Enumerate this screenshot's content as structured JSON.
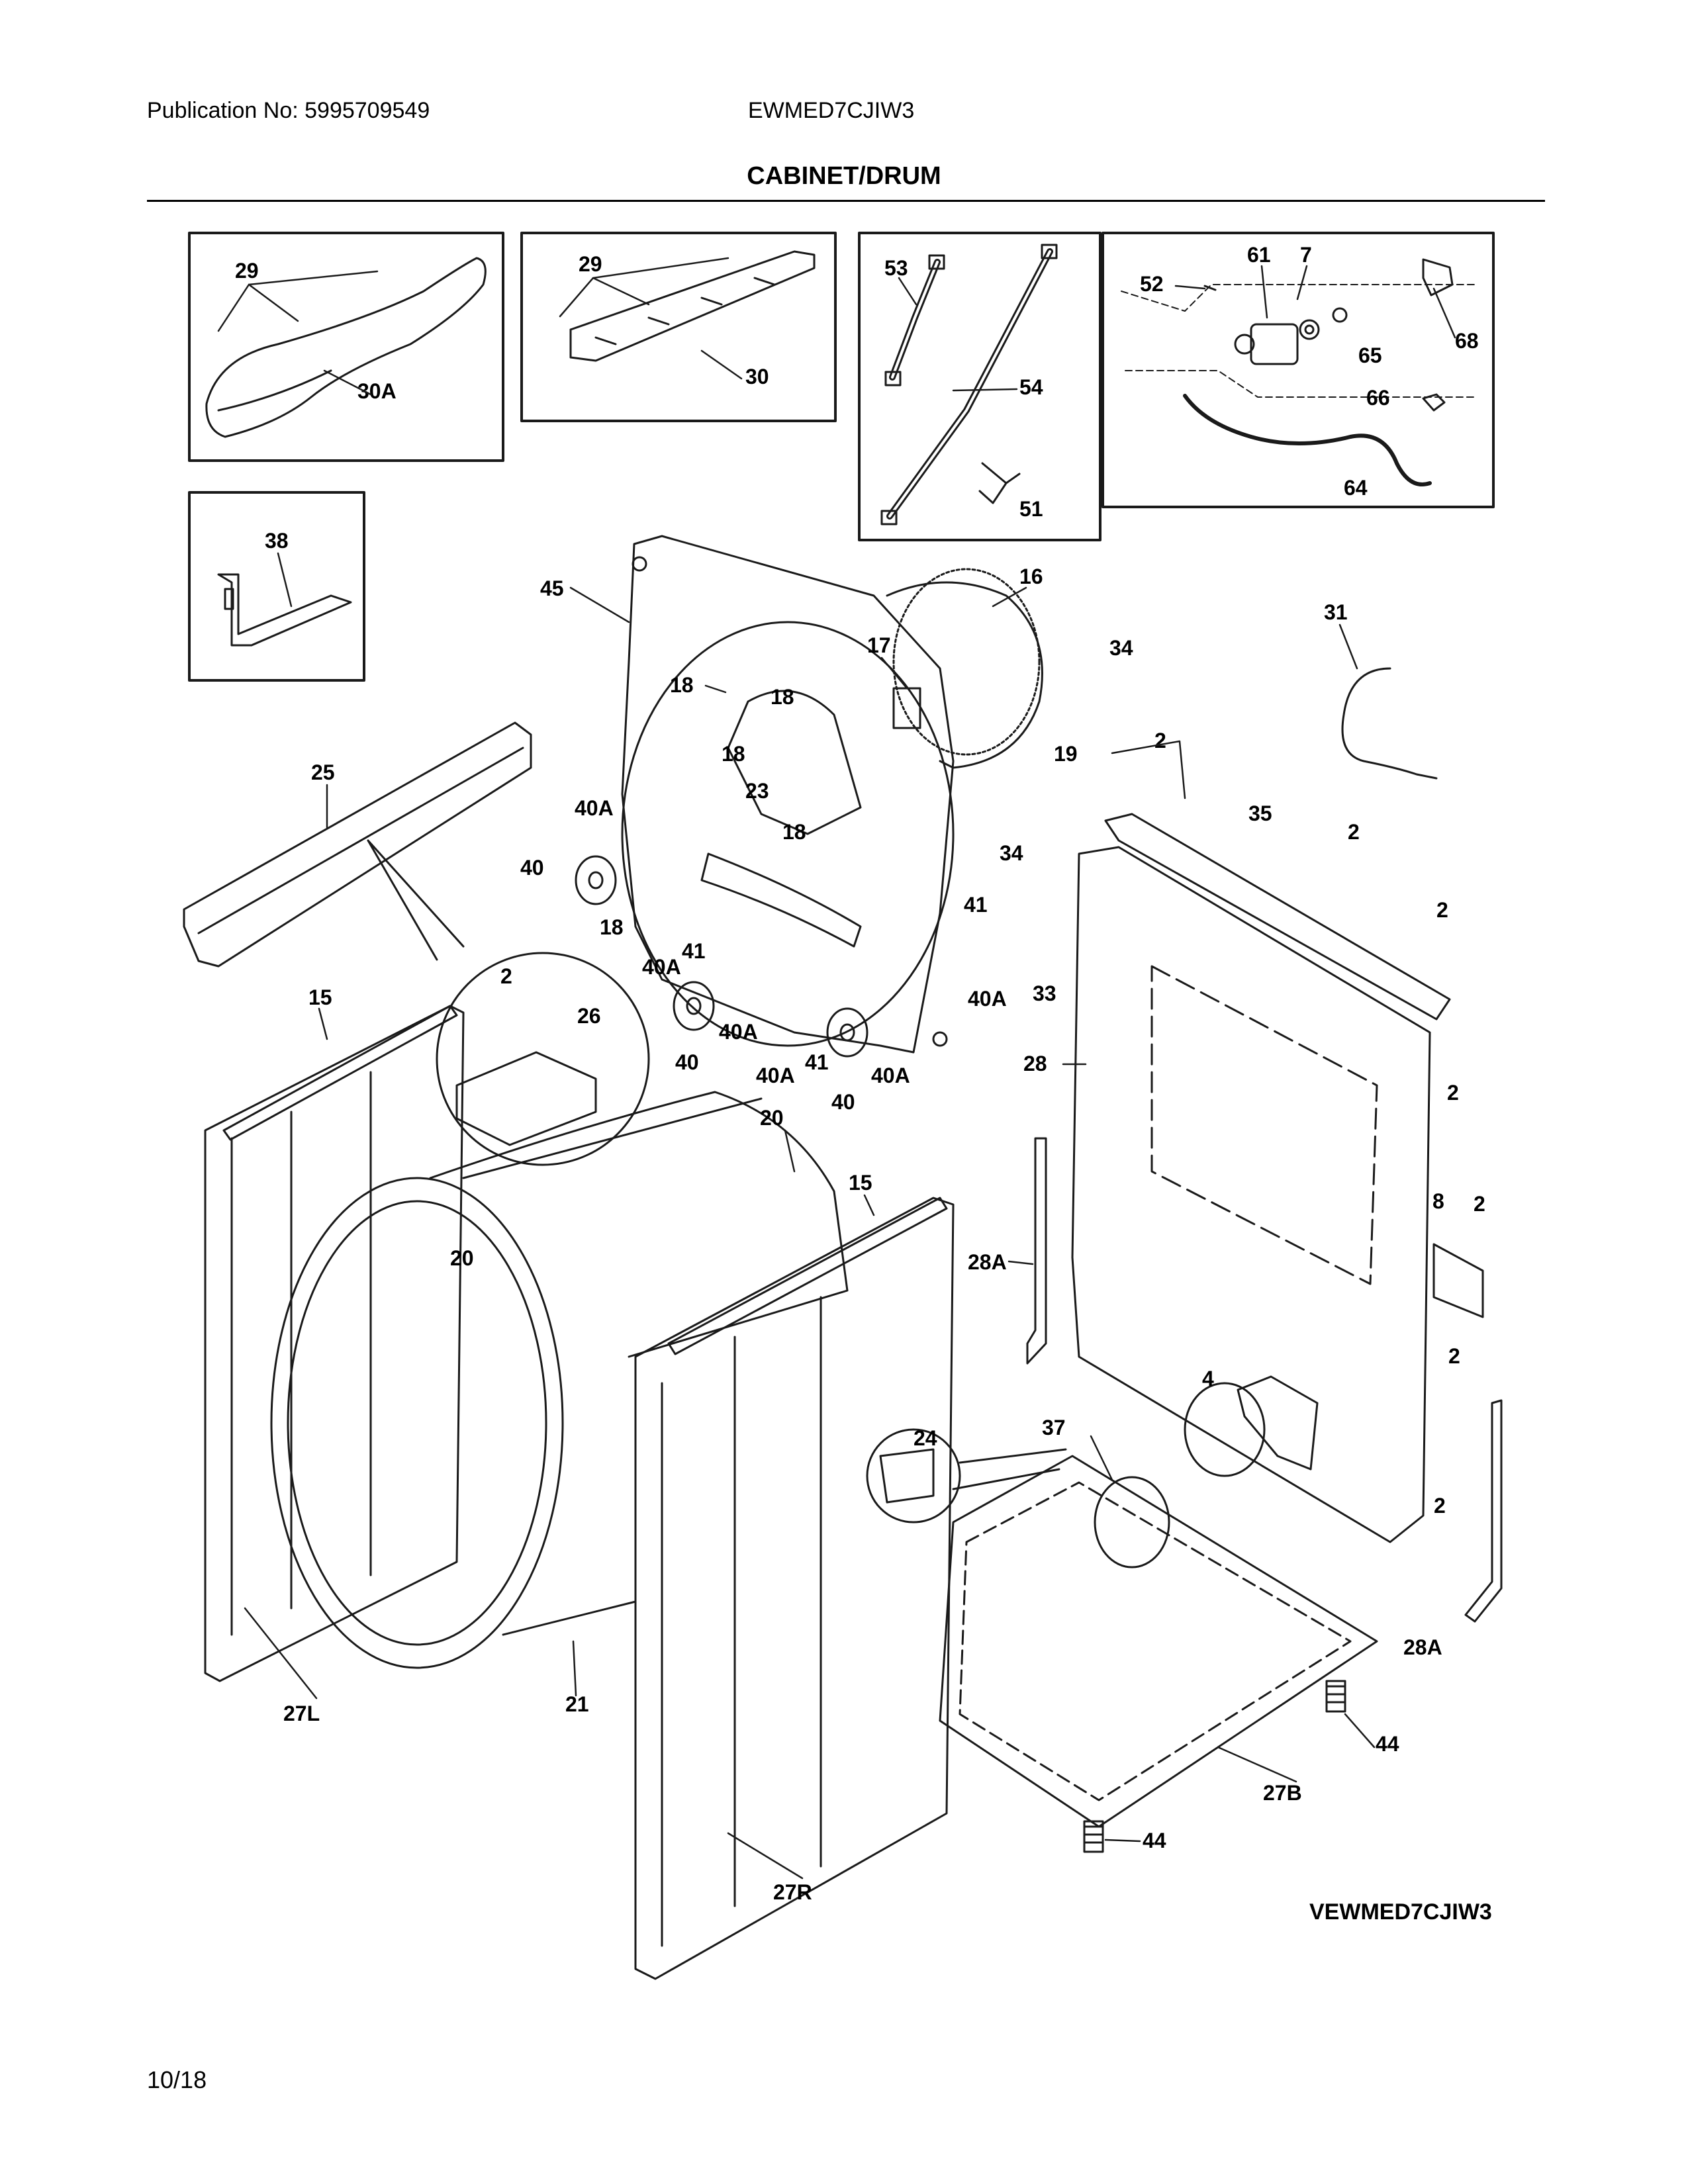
{
  "header": {
    "publication": "Publication No: 5995709549",
    "model": "EWMED7CJIW3",
    "title": "CABINET/DRUM"
  },
  "footer": {
    "diagram_code": "VEWMED7CJIW3",
    "date": "10/18"
  },
  "diagram": {
    "line_color": "#1a1a1a",
    "box_inset_1": {
      "labels": [
        "29",
        "30A"
      ]
    },
    "box_inset_2": {
      "labels": [
        "29",
        "30"
      ]
    },
    "box_inset_3": {
      "labels": [
        "53",
        "54",
        "51"
      ]
    },
    "box_inset_4": {
      "labels": [
        "52",
        "61",
        "7",
        "68",
        "65",
        "66",
        "64"
      ]
    },
    "box_inset_5": {
      "labels": [
        "38"
      ]
    },
    "callouts": [
      "45",
      "16",
      "17",
      "18",
      "18",
      "18",
      "18",
      "18",
      "23",
      "34",
      "19",
      "31",
      "25",
      "40A",
      "40",
      "41",
      "40A",
      "40",
      "40A",
      "41",
      "40A",
      "40",
      "40A",
      "34",
      "41",
      "33",
      "40A",
      "2",
      "35",
      "2",
      "2",
      "15",
      "2",
      "26",
      "20",
      "28",
      "2",
      "20",
      "15",
      "8",
      "2",
      "28A",
      "2",
      "4",
      "24",
      "37",
      "2",
      "27L",
      "21",
      "28A",
      "44",
      "27B",
      "44",
      "27R"
    ]
  }
}
